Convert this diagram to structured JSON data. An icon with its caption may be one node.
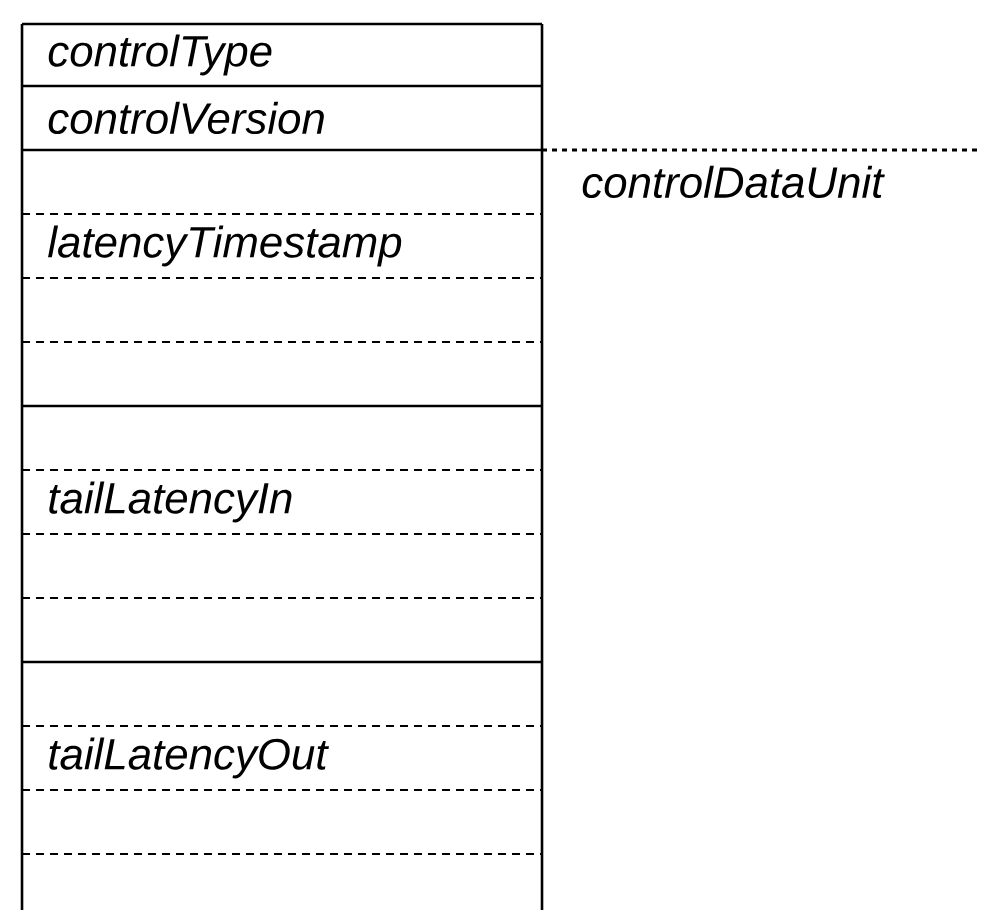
{
  "diagram": {
    "nodes": [
      {
        "text": [
          "controlType"
        ]
      },
      {
        "text": [
          "controlVersion"
        ]
      },
      {
        "text": [
          "latencyTimestamp"
        ]
      },
      {
        "text": [
          "tailLatencyIn"
        ]
      },
      {
        "text": [
          "tailLatencyOut"
        ]
      }
    ],
    "labels": [
      "controlDataUnit"
    ]
  }
}
